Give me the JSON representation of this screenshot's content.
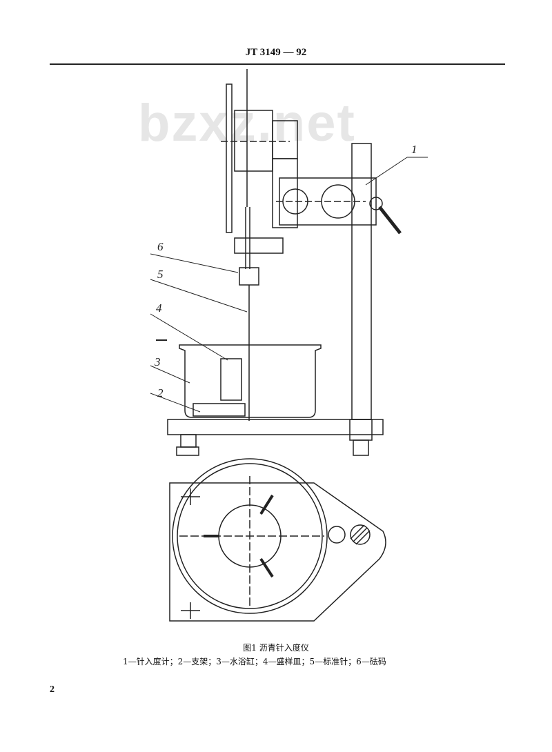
{
  "header": {
    "standard_code": "JT 3149 — 92"
  },
  "watermark": "bzxz.net",
  "figure": {
    "callouts": [
      "1",
      "2",
      "3",
      "4",
      "5",
      "6"
    ],
    "caption": "图1 沥青针入度仪",
    "legend": "1—针入度计；2—支架；3—水浴缸；4—盛样皿；5—标准针；6—砝码"
  },
  "page_number": "2"
}
